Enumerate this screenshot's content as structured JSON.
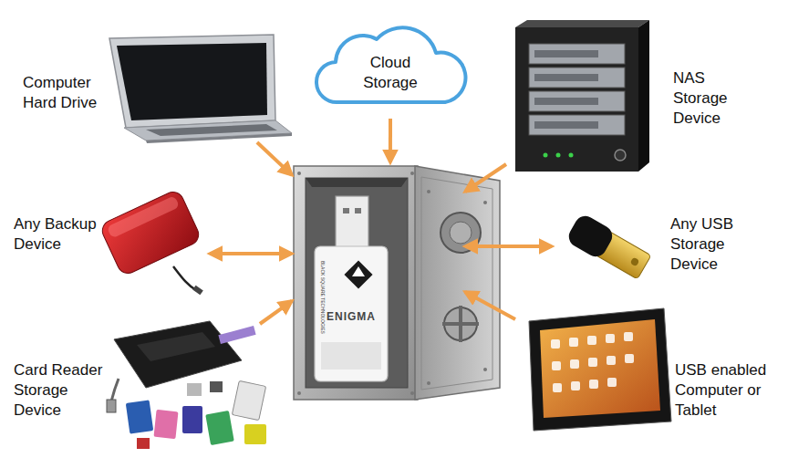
{
  "diagram": {
    "nodes": [
      {
        "text": [
          "Computer Hard Drive"
        ]
      },
      {
        "text": [
          "Cloud Storage"
        ]
      },
      {
        "text": [
          "NAS Storage Device"
        ]
      },
      {
        "text": [
          "Any Backup Device"
        ]
      },
      {
        "text": [
          "BLACK SQUARE TECHNOLOGIES",
          "ENIGMA"
        ]
      },
      {
        "text": [
          "Any USB Storage Device"
        ]
      },
      {
        "text": [
          "Card Reader Storage Device"
        ]
      },
      {
        "text": [
          "USB enabled Computer or Tablet"
        ]
      }
    ],
    "edges": [
      {
        "from": 0,
        "to": 4,
        "arrow": "to"
      },
      {
        "from": 1,
        "to": 4,
        "arrow": "to"
      },
      {
        "from": 2,
        "to": 4,
        "arrow": "to"
      },
      {
        "from": 3,
        "to": 4,
        "arrow": "both"
      },
      {
        "from": 5,
        "to": 4,
        "arrow": "both"
      },
      {
        "from": 6,
        "to": 4,
        "arrow": "to"
      },
      {
        "from": 7,
        "to": 4,
        "arrow": "to"
      }
    ]
  }
}
